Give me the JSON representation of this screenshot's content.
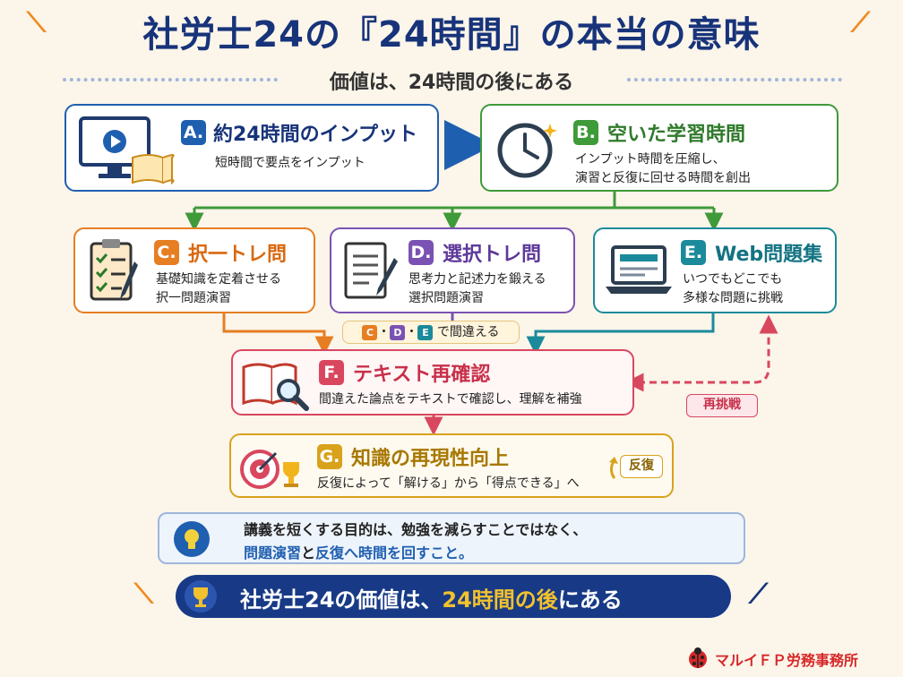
{
  "title": "社労士24の『24時間』の本当の意味",
  "subtitle": "価値は、24時間の後にある",
  "colors": {
    "navy": "#17337a",
    "blue": "#1f5fb0",
    "green": "#3f9a3a",
    "orange": "#e67e22",
    "purple": "#7a52b3",
    "teal": "#1b8a9a",
    "red": "#d9475f",
    "gold": "#d8a21b"
  },
  "cards": {
    "a": {
      "badge": "A.",
      "title": "約24時間のインプット",
      "desc": [
        "短時間で要点をインプット"
      ],
      "icon": "monitor-video-book-icon"
    },
    "b": {
      "badge": "B.",
      "title": "空いた学習時間",
      "desc": [
        "インプット時間を圧縮し、",
        "演習と反復に回せる時間を創出"
      ],
      "icon": "clock-icon"
    },
    "c": {
      "badge": "C.",
      "title": "択一トレ問",
      "desc": [
        "基礎知識を定着させる",
        "択一問題演習"
      ],
      "icon": "clipboard-checklist-icon"
    },
    "d": {
      "badge": "D.",
      "title": "選択トレ問",
      "desc": [
        "思考力と記述力を鍛える",
        "選択問題演習"
      ],
      "icon": "document-pen-icon"
    },
    "e": {
      "badge": "E.",
      "title": "Web問題集",
      "desc": [
        "いつでもどこでも",
        "多様な問題に挑戦"
      ],
      "icon": "laptop-icon"
    },
    "f": {
      "badge": "F.",
      "title": "テキスト再確認",
      "desc": [
        "間違えた論点をテキストで確認し、理解を補強"
      ],
      "icon": "book-magnifier-icon"
    },
    "g": {
      "badge": "G.",
      "title": "知識の再現性向上",
      "desc": [
        "反復によって「解ける」から「得点できる」へ"
      ],
      "icon": "target-trophy-icon"
    }
  },
  "mistake_note": {
    "badges": [
      "C",
      "D",
      "E"
    ],
    "separator": "・",
    "text": "で間違える"
  },
  "retry_label": "再挑戦",
  "repeat_label": "反復",
  "message": {
    "line1": "講義を短くする目的は、勉強を減らすことではなく、",
    "line2_part1": "問題演習",
    "line2_part2": "と",
    "line2_part3": "反復へ時間を回すこと。",
    "icon": "lightbulb-icon"
  },
  "banner": {
    "part1": "社労士24の価値は、",
    "part2": "24時間の後",
    "part3": "にある",
    "icon": "trophy-icon"
  },
  "brand": {
    "text": "マルイＦＰ労務事務所",
    "icon": "ladybug-icon"
  }
}
